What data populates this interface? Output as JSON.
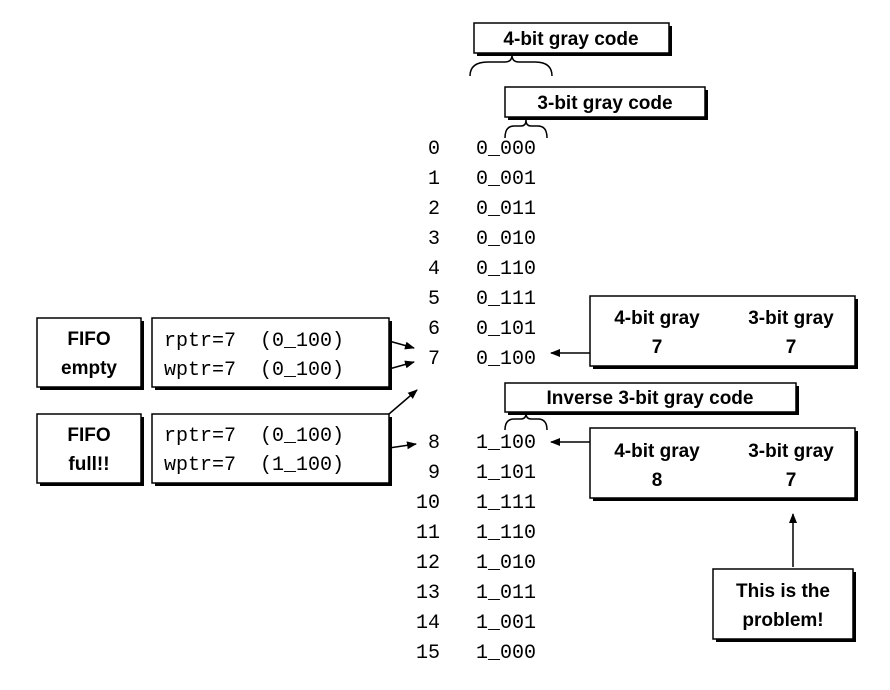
{
  "labels": {
    "four_bit_code": "4-bit gray code",
    "three_bit_code": "3-bit gray code",
    "inverse_code": "Inverse 3-bit gray code"
  },
  "rows": [
    {
      "index": "0",
      "code": "0_000"
    },
    {
      "index": "1",
      "code": "0_001"
    },
    {
      "index": "2",
      "code": "0_011"
    },
    {
      "index": "3",
      "code": "0_010"
    },
    {
      "index": "4",
      "code": "0_110"
    },
    {
      "index": "5",
      "code": "0_111"
    },
    {
      "index": "6",
      "code": "0_101"
    },
    {
      "index": "7",
      "code": "0_100"
    },
    {
      "index": "8",
      "code": "1_100"
    },
    {
      "index": "9",
      "code": "1_101"
    },
    {
      "index": "10",
      "code": "1_111"
    },
    {
      "index": "11",
      "code": "1_110"
    },
    {
      "index": "12",
      "code": "1_010"
    },
    {
      "index": "13",
      "code": "1_011"
    },
    {
      "index": "14",
      "code": "1_001"
    },
    {
      "index": "15",
      "code": "1_000"
    }
  ],
  "fifo_empty": {
    "label_line1": "FIFO",
    "label_line2": "empty",
    "rptr": "rptr=7  (0_100)",
    "wptr": "wptr=7  (0_100)"
  },
  "fifo_full": {
    "label_line1": "FIFO",
    "label_line2": "full!!",
    "rptr": "rptr=7  (0_100)",
    "wptr": "wptr=7  (1_100)"
  },
  "compare_top": {
    "col1_header": "4-bit gray",
    "col2_header": "3-bit gray",
    "col1_value": "7",
    "col2_value": "7"
  },
  "compare_bottom": {
    "col1_header": "4-bit gray",
    "col2_header": "3-bit gray",
    "col1_value": "8",
    "col2_value": "7"
  },
  "problem": {
    "line1": "This is the",
    "line2": "problem!"
  }
}
